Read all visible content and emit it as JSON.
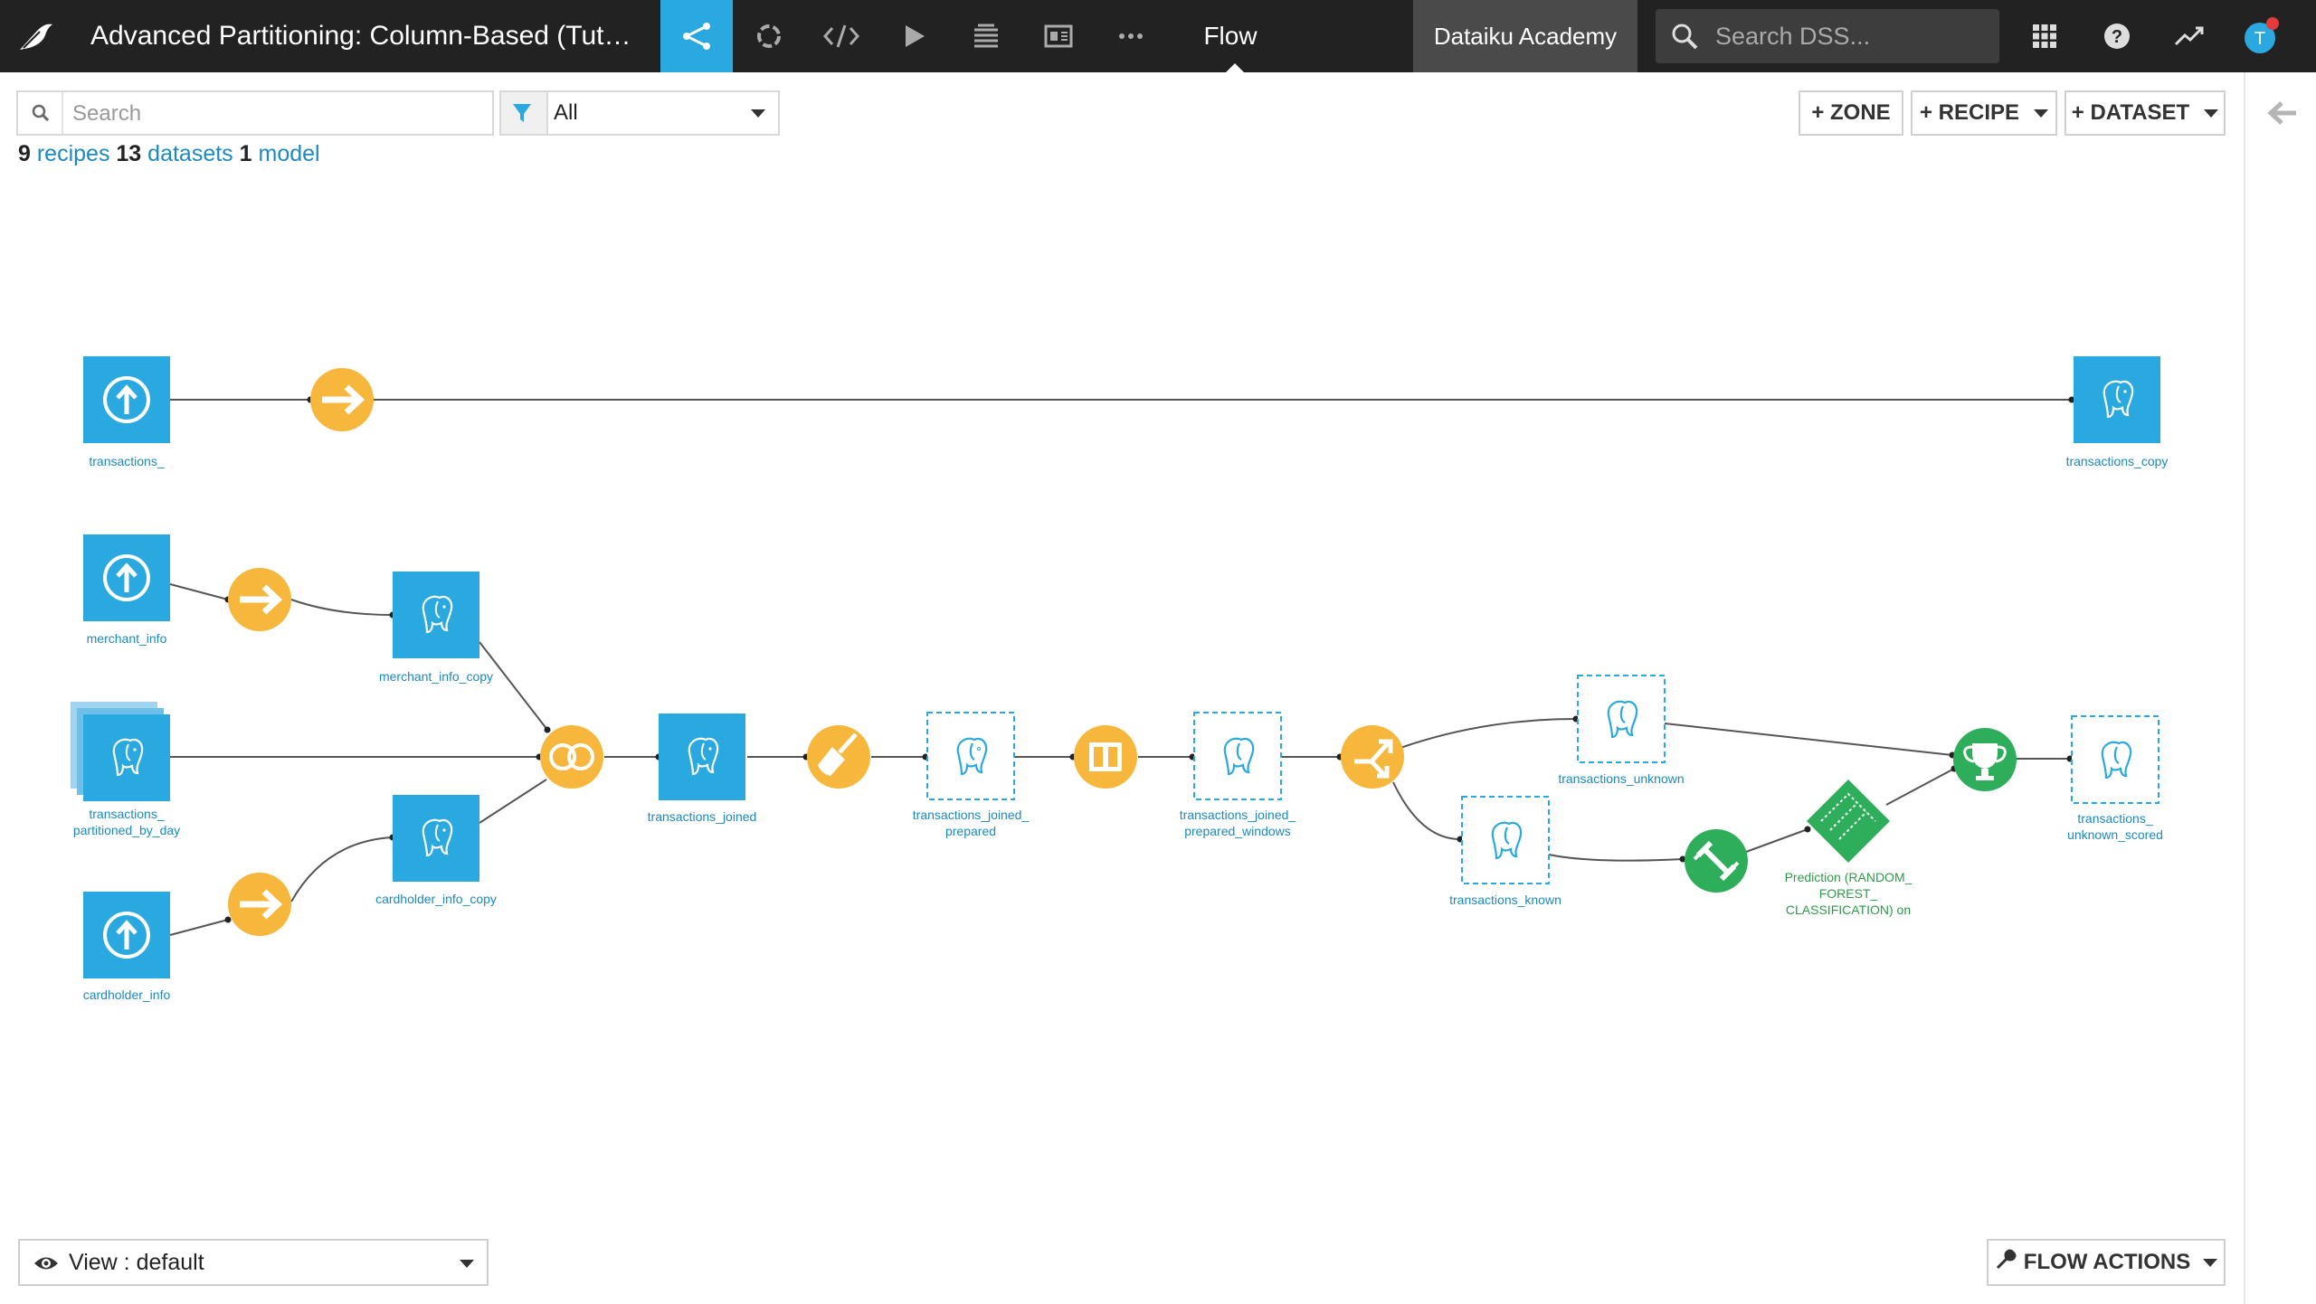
{
  "header": {
    "project_title": "Advanced Partitioning: Column-Based (Tut…",
    "flow_tab": "Flow",
    "academy_label": "Dataiku Academy",
    "search_placeholder": "Search DSS...",
    "avatar_initial": "T",
    "nav_icons": [
      "flow-icon",
      "jobs-icon",
      "code-icon",
      "run-icon",
      "datasets-stack-icon",
      "dashboard-icon",
      "more-icon"
    ]
  },
  "toolbar": {
    "search_placeholder": "Search",
    "filter_value": "All",
    "counts": {
      "recipes_count": "9",
      "recipes_label": "recipes",
      "datasets_count": "13",
      "datasets_label": "datasets",
      "models_count": "1",
      "models_label": "model"
    },
    "zone_button": "+ ZONE",
    "recipe_button": "+ RECIPE",
    "dataset_button": "+ DATASET"
  },
  "bottom": {
    "view_label": "View : default",
    "flow_actions_label": "FLOW ACTIONS"
  },
  "colors": {
    "dataset_blue": "#29a9e0",
    "recipe_orange": "#f6b73c",
    "ml_green": "#2eae5a",
    "link_blue": "#1b8ac0",
    "topbar": "#222222",
    "active_tab": "#29a9e0"
  },
  "flow": {
    "datasets": [
      {
        "id": "transactions_",
        "label": "transactions_",
        "icon": "upload-icon",
        "variant": "solid"
      },
      {
        "id": "merchant_info",
        "label": "merchant_info",
        "icon": "upload-icon",
        "variant": "solid"
      },
      {
        "id": "transactions_partitioned_by_day",
        "label": "transactions_\npartitioned_by_day",
        "icon": "postgres-elephant-icon",
        "variant": "stacked"
      },
      {
        "id": "cardholder_info",
        "label": "cardholder_info",
        "icon": "upload-icon",
        "variant": "solid"
      },
      {
        "id": "merchant_info_copy",
        "label": "merchant_info_copy",
        "icon": "postgres-elephant-icon",
        "variant": "solid"
      },
      {
        "id": "cardholder_info_copy",
        "label": "cardholder_info_copy",
        "icon": "postgres-elephant-icon",
        "variant": "solid"
      },
      {
        "id": "transactions_joined",
        "label": "transactions_joined",
        "icon": "postgres-elephant-icon",
        "variant": "solid"
      },
      {
        "id": "transactions_joined_prepared",
        "label": "transactions_joined_\nprepared",
        "icon": "postgres-elephant-icon",
        "variant": "virtual"
      },
      {
        "id": "transactions_joined_prepared_windows",
        "label": "transactions_joined_\nprepared_windows",
        "icon": "postgres-elephant-icon",
        "variant": "virtual"
      },
      {
        "id": "transactions_unknown",
        "label": "transactions_unknown",
        "icon": "postgres-elephant-icon",
        "variant": "virtual"
      },
      {
        "id": "transactions_known",
        "label": "transactions_known",
        "icon": "postgres-elephant-icon",
        "variant": "virtual"
      },
      {
        "id": "transactions_unknown_scored",
        "label": "transactions_\nunknown_scored",
        "icon": "postgres-elephant-icon",
        "variant": "virtual"
      },
      {
        "id": "transactions_copy",
        "label": "transactions_copy",
        "icon": "postgres-elephant-icon",
        "variant": "solid"
      }
    ],
    "recipes": [
      {
        "id": "sync_transactions",
        "kind": "sync",
        "icon": "arrow-right-icon"
      },
      {
        "id": "sync_merchant",
        "kind": "sync",
        "icon": "arrow-right-icon"
      },
      {
        "id": "sync_cardholder",
        "kind": "sync",
        "icon": "arrow-right-icon"
      },
      {
        "id": "join",
        "kind": "join",
        "icon": "join-circles-icon"
      },
      {
        "id": "prepare",
        "kind": "prepare",
        "icon": "broom-icon"
      },
      {
        "id": "window",
        "kind": "window",
        "icon": "window-columns-icon"
      },
      {
        "id": "split",
        "kind": "split",
        "icon": "split-arrows-icon"
      },
      {
        "id": "train",
        "kind": "train",
        "icon": "dumbbell-icon"
      },
      {
        "id": "score",
        "kind": "score",
        "icon": "trophy-icon"
      }
    ],
    "model": {
      "id": "prediction_model",
      "label": "Prediction (RANDOM_\nFOREST_\nCLASSIFICATION) on",
      "icon": "model-diamond-icon"
    }
  }
}
